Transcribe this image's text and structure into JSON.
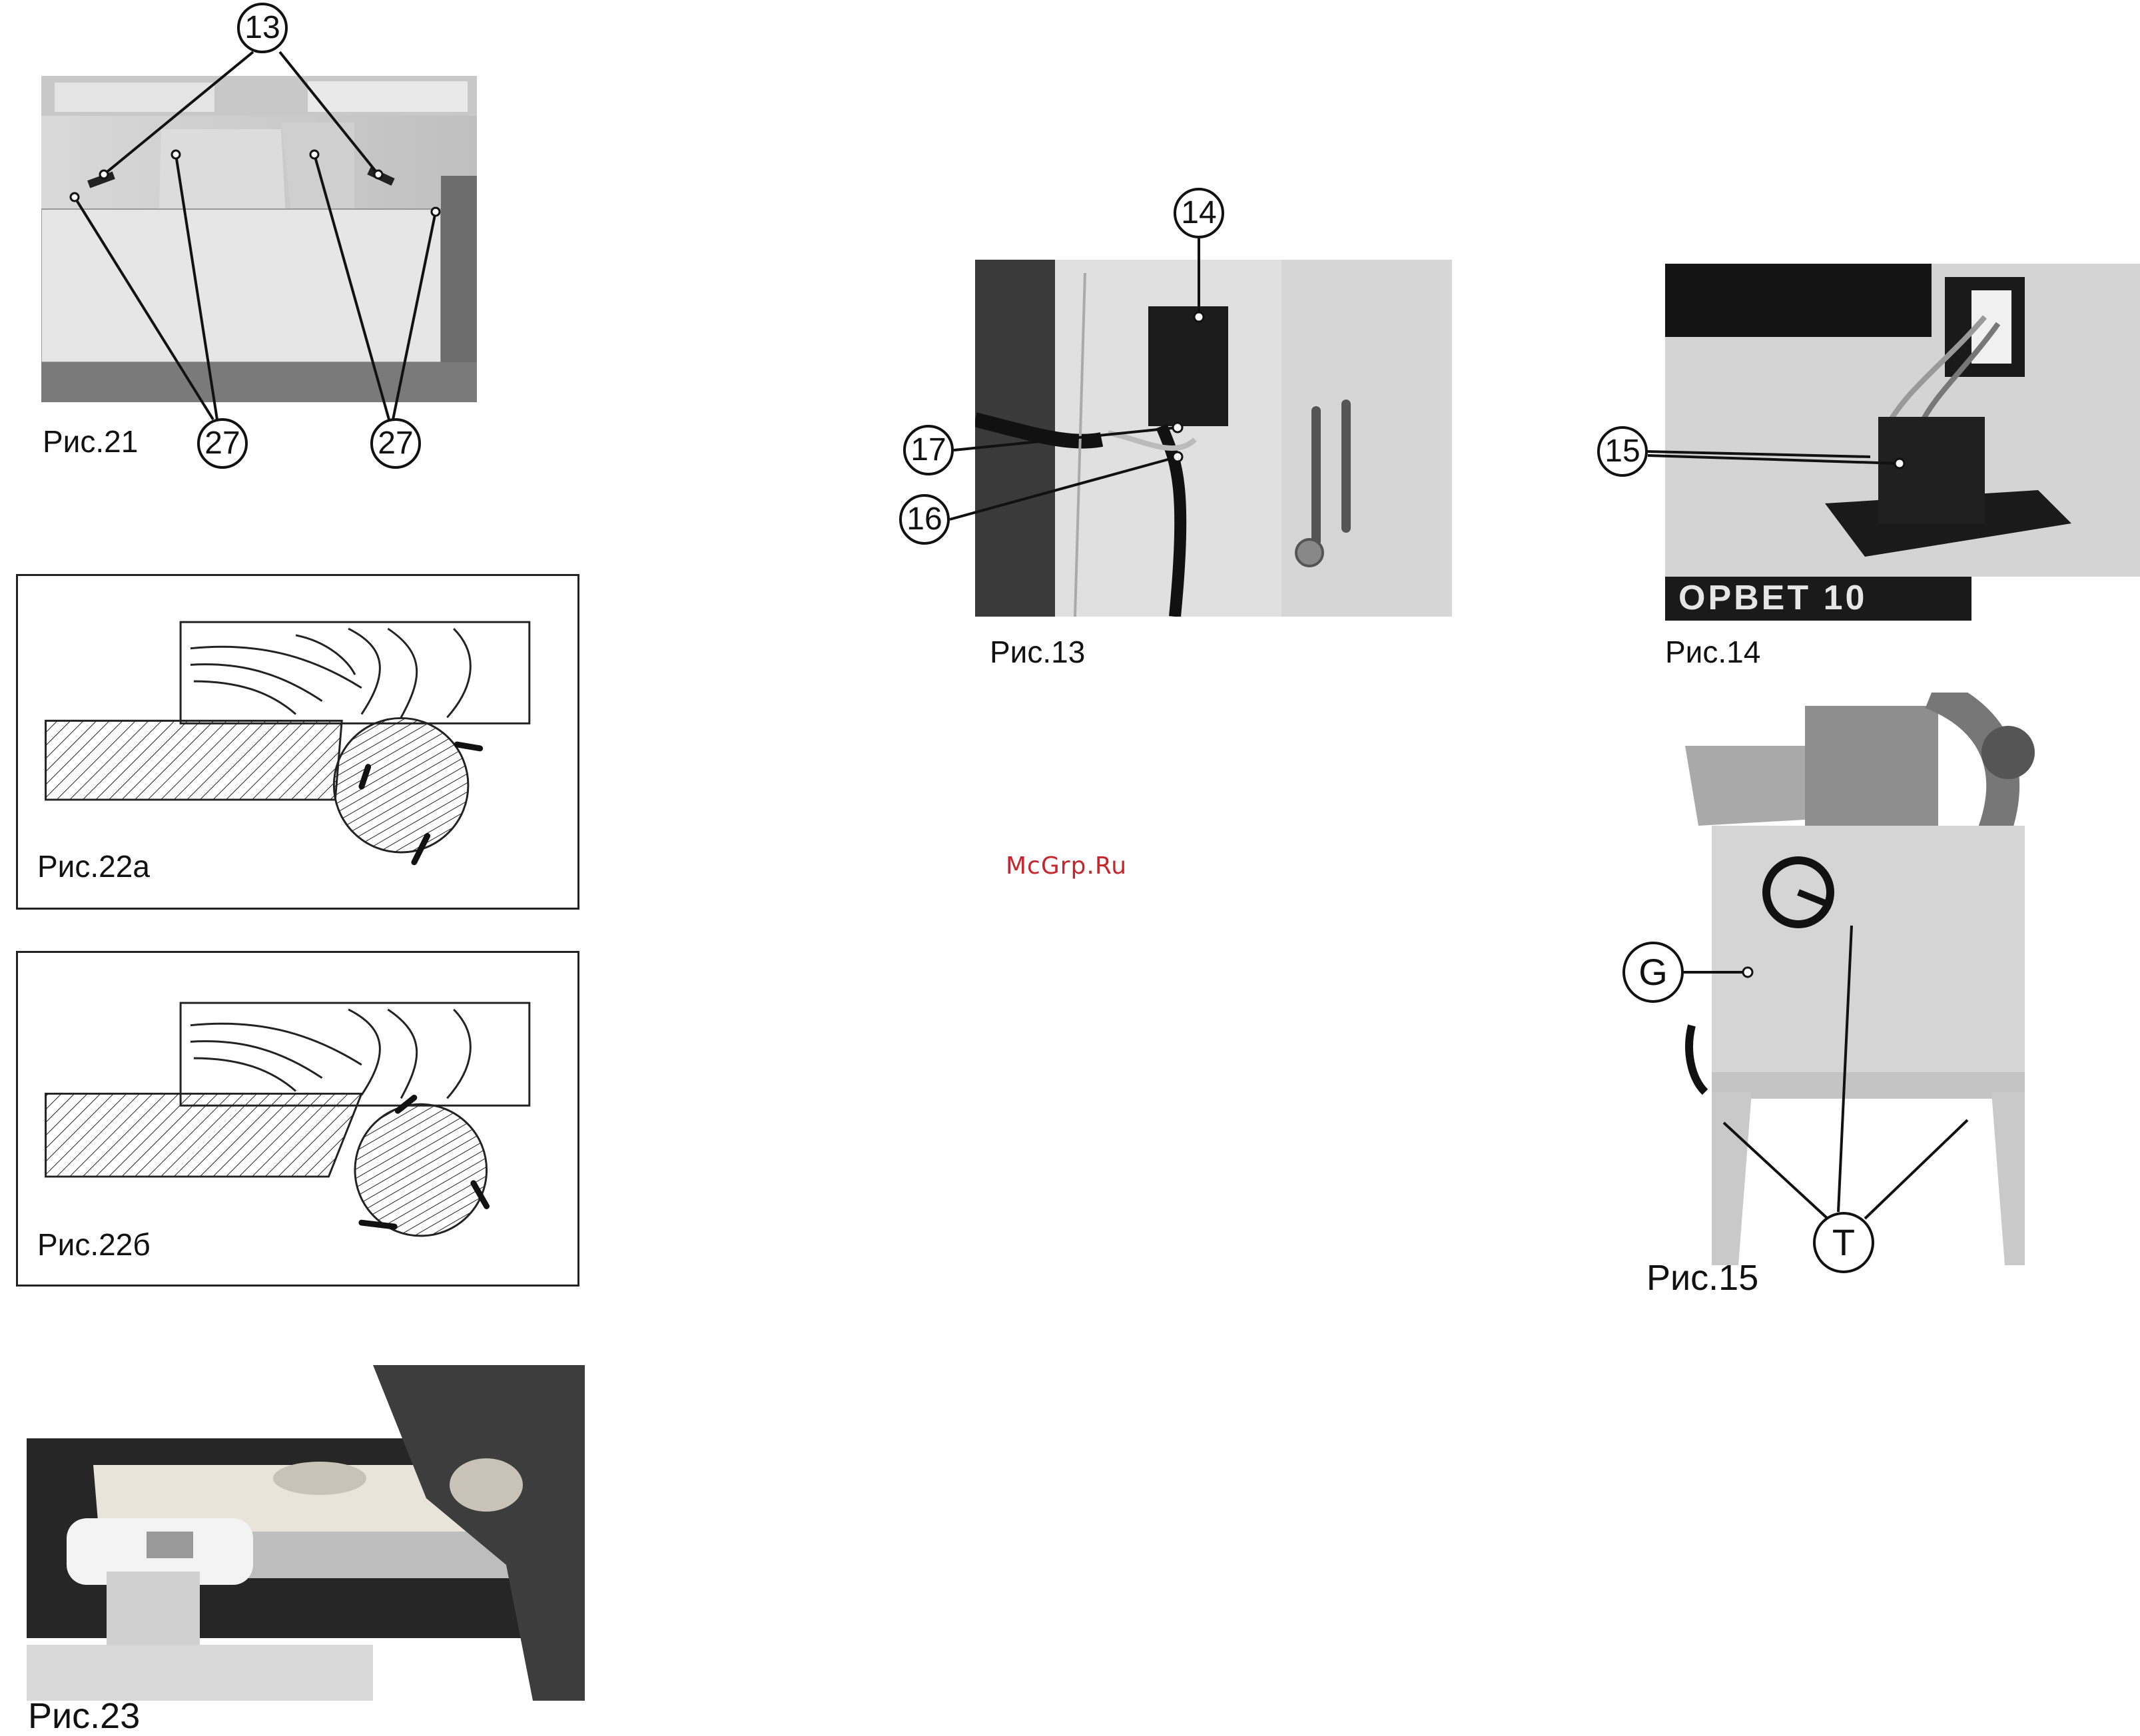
{
  "figures": {
    "fig21": {
      "caption": "Рис.21",
      "callouts": [
        "13",
        "27",
        "27"
      ]
    },
    "fig22a": {
      "caption": "Рис.22а"
    },
    "fig22b": {
      "caption": "Рис.22б"
    },
    "fig23": {
      "caption": "Рис.23"
    },
    "fig13": {
      "caption": "Рис.13",
      "callouts": [
        "14",
        "17",
        "16"
      ]
    },
    "fig14": {
      "caption": "Рис.14",
      "callouts": [
        "15"
      ],
      "machine_label": "ОРВЕТ 10"
    },
    "fig15": {
      "caption": "Рис.15",
      "callouts": [
        "G",
        "T"
      ]
    }
  },
  "watermark": "McGrp.Ru",
  "colors": {
    "watermark": "#c8242c",
    "ink": "#111111"
  }
}
